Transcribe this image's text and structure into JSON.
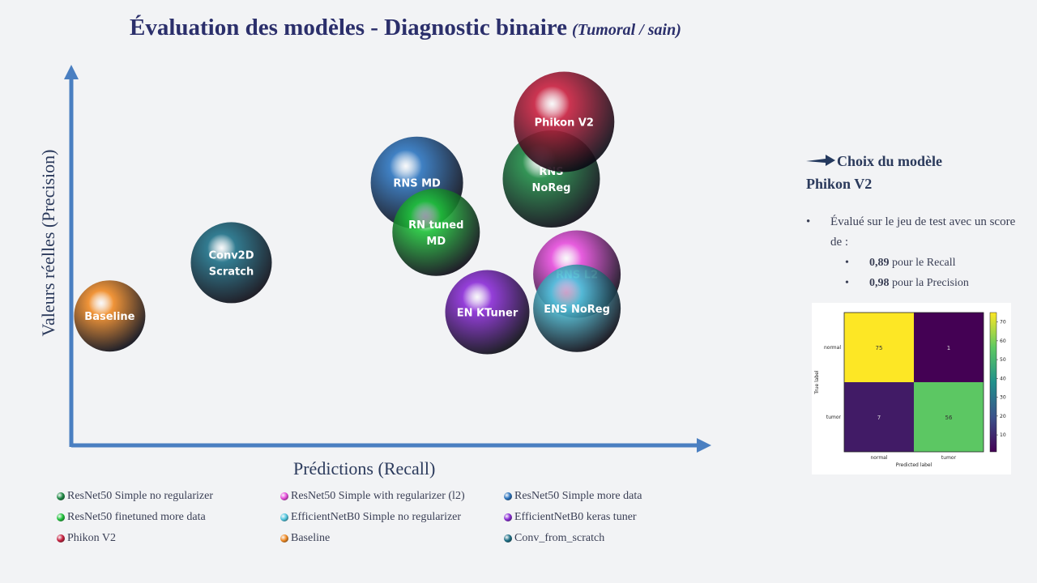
{
  "title": {
    "main": "Évaluation des modèles - Diagnostic binaire",
    "sub": "(Tumoral / sain)"
  },
  "axes": {
    "x_label": "Prédictions (Recall)",
    "y_label": "Valeurs réelles (Precision)",
    "color": "#4a7fc1"
  },
  "chart_data": [
    {
      "type": "scatter",
      "title": "Évaluation des modèles - Diagnostic binaire (Tumoral / sain)",
      "xlabel": "Prédictions (Recall)",
      "ylabel": "Valeurs réelles (Precision)",
      "grid": false,
      "legend_position": "bottom",
      "series": [
        {
          "name": "Baseline",
          "label": "Baseline",
          "color": "#f08a24",
          "x": 0.06,
          "y": 0.34
        },
        {
          "name": "Conv_from_scratch",
          "label": "Conv2D\nScratch",
          "color": "#1d6f86",
          "x": 0.25,
          "y": 0.48
        },
        {
          "name": "ResNet50 Simple more data",
          "label": "RNS MD",
          "color": "#2c74be",
          "x": 0.54,
          "y": 0.69
        },
        {
          "name": "ResNet50 finetuned more data",
          "label": "RN tuned\nMD",
          "color": "#1fc23a",
          "x": 0.57,
          "y": 0.56
        },
        {
          "name": "ResNet50 Simple no regularizer",
          "label": "RNS\nNoReg",
          "color": "#1f8a45",
          "x": 0.75,
          "y": 0.7
        },
        {
          "name": "Phikon V2",
          "label": "Phikon V2",
          "color": "#c8203f",
          "x": 0.77,
          "y": 0.85
        },
        {
          "name": "ResNet50 Simple with regularizer (l2)",
          "label": "RNS L2",
          "color": "#e64ddc",
          "x": 0.79,
          "y": 0.45
        },
        {
          "name": "EfficientNetB0 keras tuner",
          "label": "EN KTuner",
          "color": "#8a2bd6",
          "x": 0.65,
          "y": 0.35
        },
        {
          "name": "EfficientNetB0 Simple no regularizer",
          "label": "ENS NoReg",
          "color": "#4fc6df",
          "x": 0.79,
          "y": 0.36
        }
      ]
    },
    {
      "type": "heatmap",
      "xlabel": "Predicted label",
      "ylabel": "True label",
      "x_categories": [
        "normal",
        "tumor"
      ],
      "y_categories": [
        "normal",
        "tumor"
      ],
      "values": [
        [
          75,
          1
        ],
        [
          7,
          56
        ]
      ],
      "colorbar_ticks": [
        10,
        20,
        30,
        40,
        50,
        60,
        70
      ],
      "colormap": "viridis"
    }
  ],
  "legend": [
    {
      "label": "ResNet50 Simple no regularizer",
      "color": "#1f8a45"
    },
    {
      "label": "ResNet50 Simple with regularizer (l2)",
      "color": "#e64ddc"
    },
    {
      "label": "ResNet50 Simple more data",
      "color": "#2c74be"
    },
    {
      "label": "ResNet50 finetuned more data",
      "color": "#1fc23a"
    },
    {
      "label": "EfficientNetB0 Simple no regularizer",
      "color": "#4fc6df"
    },
    {
      "label": "EfficientNetB0 keras tuner",
      "color": "#8a2bd6"
    },
    {
      "label": "Phikon V2",
      "color": "#c8203f"
    },
    {
      "label": "Baseline",
      "color": "#f08a24"
    },
    {
      "label": "Conv_from_scratch",
      "color": "#1d6f86"
    }
  ],
  "side": {
    "choice_title": "Choix du modèle",
    "choice_model": "Phikon V2",
    "bullet": "Évalué sur le jeu de test avec un score de :",
    "recall_value": "0,89",
    "recall_text": " pour le Recall",
    "precision_value": "0,98",
    "precision_text": " pour la Precision",
    "arrow_icon": "arrow-right-icon"
  }
}
